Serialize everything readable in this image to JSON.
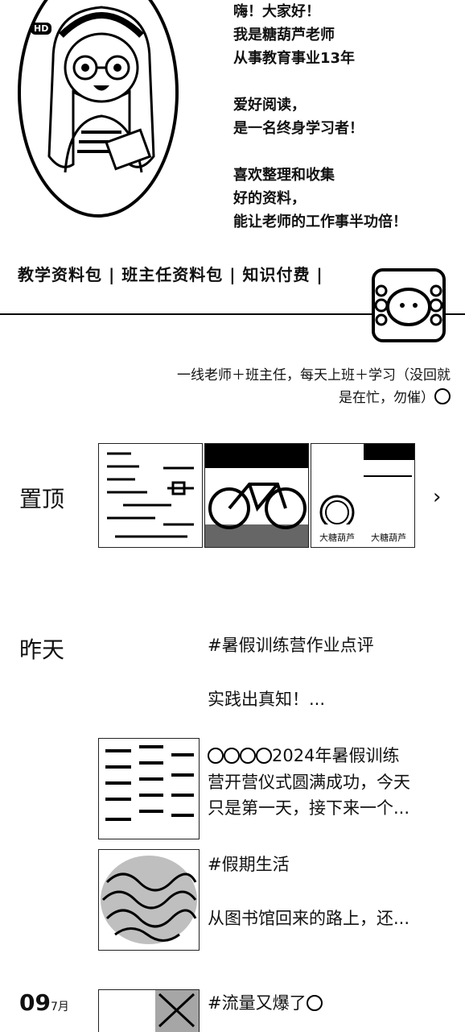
{
  "header": {
    "badge": "HD",
    "intro_lines": [
      "嗨！大家好！",
      "我是糖葫芦老师",
      "从事教育事业13年",
      "",
      "爱好阅读，",
      "是一名终身学习者！",
      "",
      "喜欢整理和收集",
      "好的资料，",
      "能让老师的工作事半功倍！"
    ],
    "tagline": "教学资料包 | 班主任资料包 | 知识付费 |"
  },
  "profile": {
    "bio_line1": "一线老师＋班主任，每天上班＋学习（没回就",
    "bio_line2": "是在忙，勿催）"
  },
  "pinned": {
    "label": "置顶",
    "chevron": "›",
    "thumb3_caption_left": "大糖葫芦",
    "thumb3_caption_right": "大糖葫芦"
  },
  "yesterday": {
    "label": "昨天",
    "post1_line1": "#暑假训练营作业点评",
    "post1_line2": "实践出真知！...",
    "post2_line1": "2024年暑假训练",
    "post2_line2": "营开营仪式圆满成功，今天",
    "post2_line3": "只是第一天，接下来一个...",
    "post3_line1": "#假期生活",
    "post3_line2": "从图书馆回来的路上，还..."
  },
  "july": {
    "day": "09",
    "month": "7月",
    "post1_line1": "#流量又爆了"
  }
}
